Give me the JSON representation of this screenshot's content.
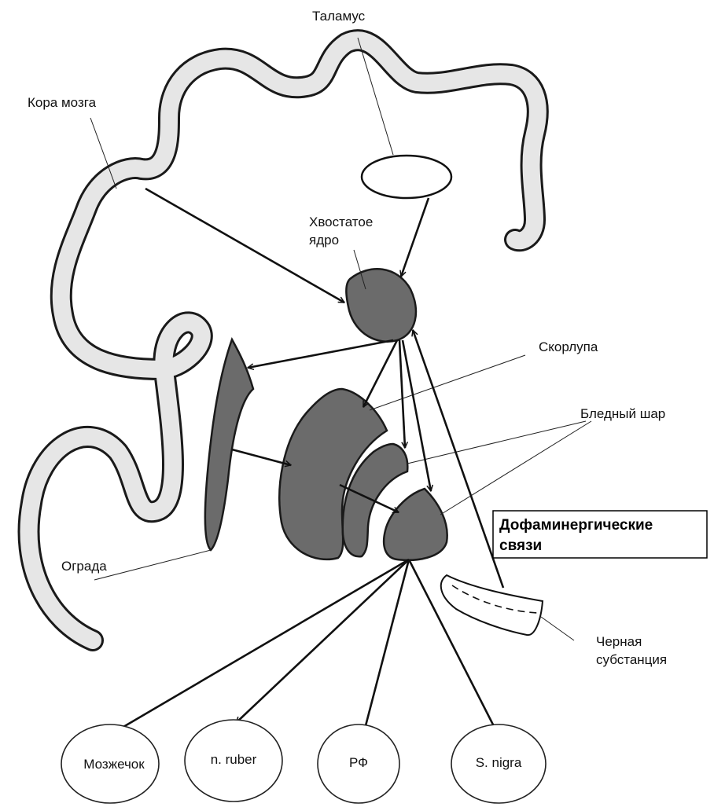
{
  "labels": {
    "thalamus": "Таламус",
    "cortex": "Кора мозга",
    "caudate_line1": "Хвостатое",
    "caudate_line2": "ядро",
    "putamen": "Скорлупа",
    "globus_pallidus": "Бледный шар",
    "claustrum": "Ограда",
    "dopamine_line1": "Дофаминергические",
    "dopamine_line2": "связи",
    "substantia_line1": "Черная",
    "substantia_line2": "субстанция"
  },
  "targets": [
    "Мозжечок",
    "n. ruber",
    "РФ",
    "S. nigra"
  ],
  "colors": {
    "nucleus_fill": "#6b6b6b",
    "cortex_fill": "#e6e6e6",
    "outline": "#1a1a1a"
  }
}
